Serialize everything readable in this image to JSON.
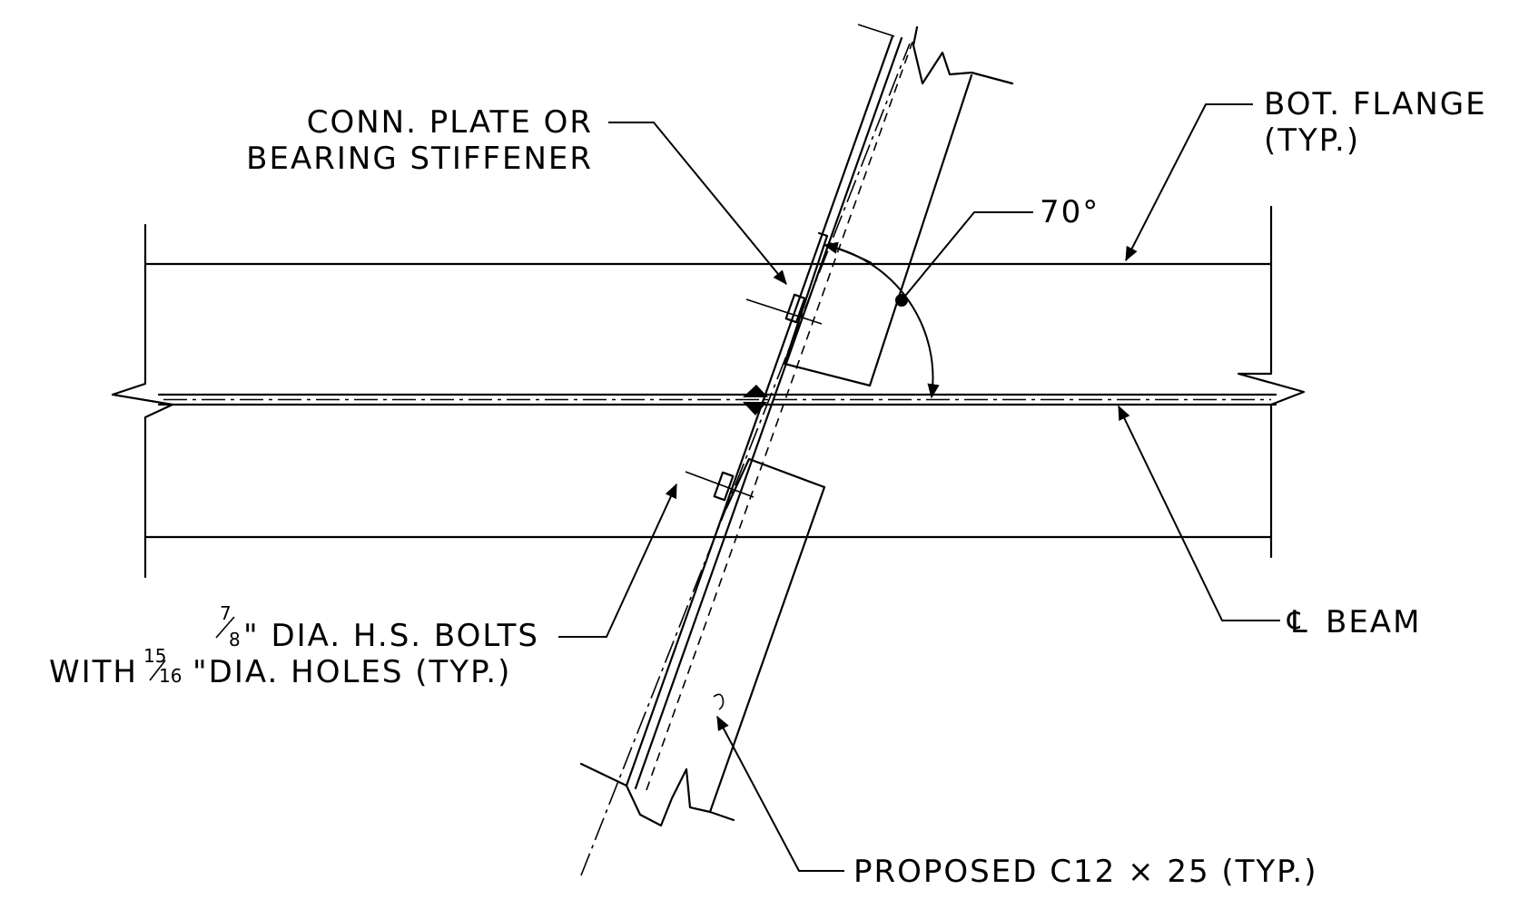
{
  "labels": {
    "conn_plate_line1": "CONN. PLATE OR",
    "conn_plate_line2": "BEARING STIFFENER",
    "bot_flange_line1": "BOT. FLANGE",
    "bot_flange_line2": "(TYP.)",
    "angle": "70°",
    "beam_cl_symbol": "℄",
    "beam_cl_text": "BEAM",
    "bolts_line1_num": "7",
    "bolts_line1_den": "8",
    "bolts_line1_text": "\" DIA. H.S. BOLTS",
    "bolts_line2_prefix": "WITH",
    "bolts_line2_num": "15",
    "bolts_line2_den": "16",
    "bolts_line2_text": "\"DIA. HOLES (TYP.)",
    "channel": "PROPOSED C12 × 25 (TYP.)"
  }
}
